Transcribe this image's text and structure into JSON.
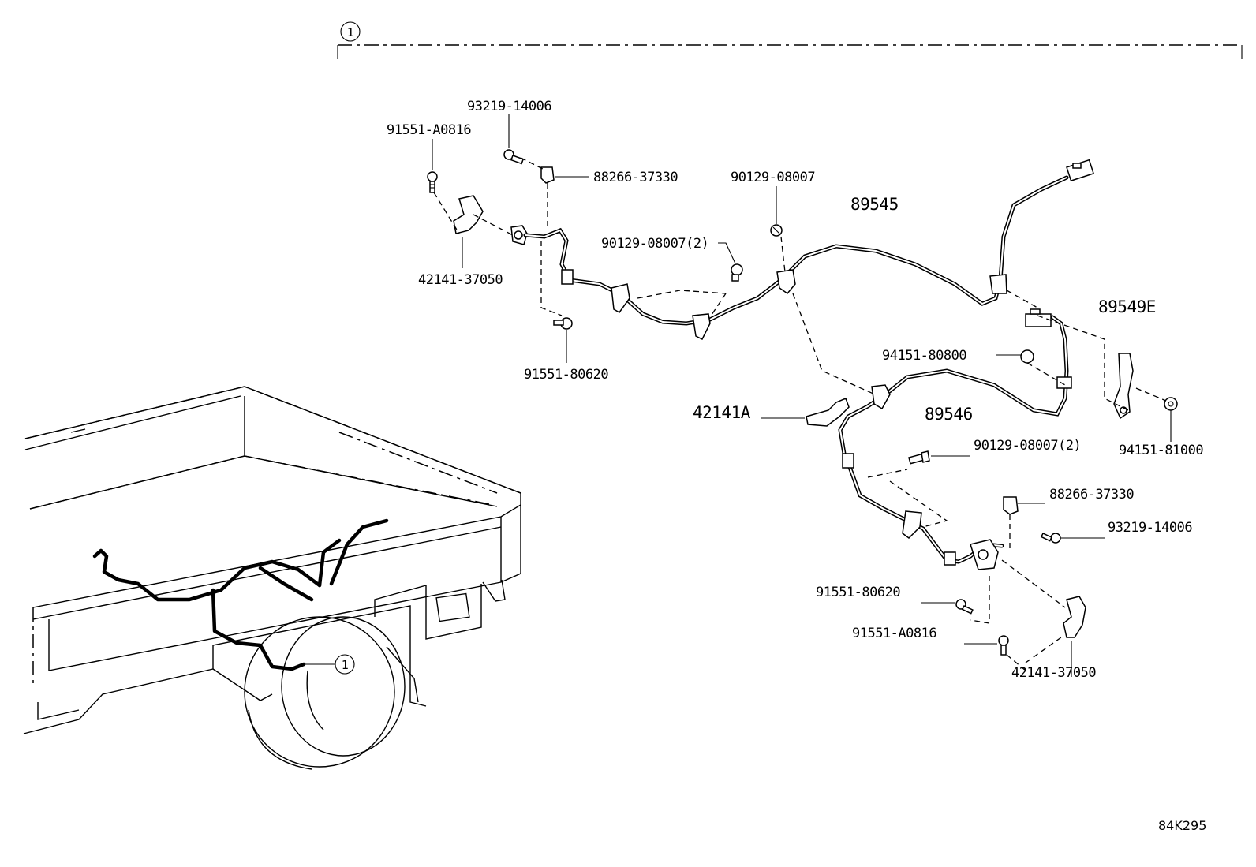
{
  "title_ref": "1",
  "diagram_code": "84K295",
  "parts": {
    "p_93219_14006_top": "93219-14006",
    "p_91551_A0816_top": "91551-A0816",
    "p_88266_37330_top": "88266-37330",
    "p_90129_08007_single": "90129-08007",
    "p_89545": "89545",
    "p_90129_08007_2_top": "90129-08007(2)",
    "p_42141_37050_top": "42141-37050",
    "p_89549E": "89549E",
    "p_94151_80800": "94151-80800",
    "p_91551_80620_top": "91551-80620",
    "p_42141A": "42141A",
    "p_89546": "89546",
    "p_94151_81000": "94151-81000",
    "p_90129_08007_2_bottom": "90129-08007(2)",
    "p_88266_37330_bottom": "88266-37330",
    "p_93219_14006_bottom": "93219-14006",
    "p_91551_80620_bottom": "91551-80620",
    "p_91551_A0816_bottom": "91551-A0816",
    "p_42141_37050_bottom": "42141-37050"
  },
  "callout_truck": "1"
}
